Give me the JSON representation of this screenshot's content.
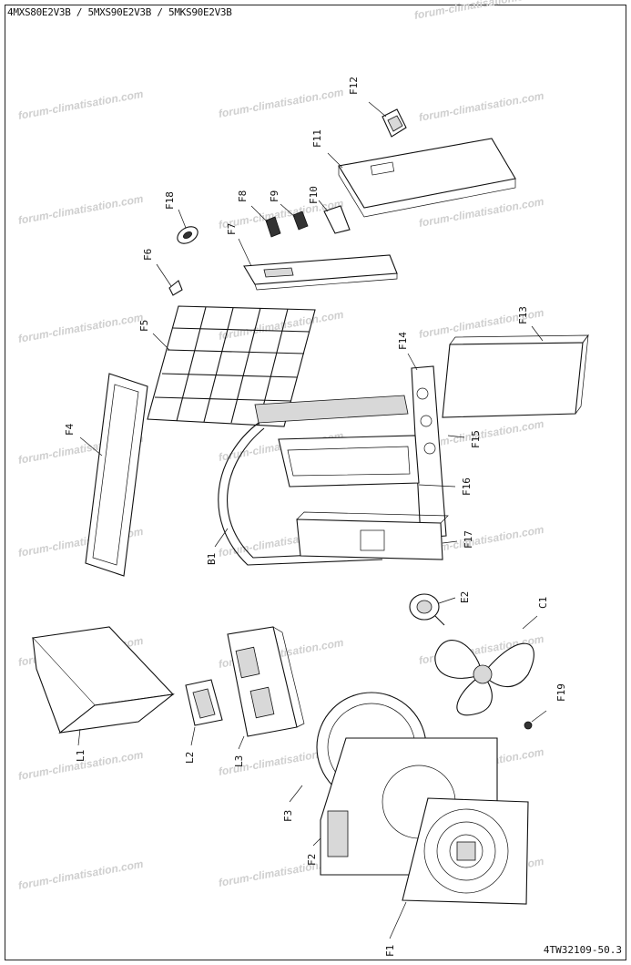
{
  "header": {
    "title": "4MXS80E2V3B / 5MXS90E2V3B / 5MKS90E2V3B"
  },
  "footer": {
    "code": "4TW32109-50.3"
  },
  "watermark": {
    "text": "forum-climatisation.com",
    "color": "#cfcfcf"
  },
  "labels": {
    "F1": "F1",
    "F2": "F2",
    "F3": "F3",
    "F4": "F4",
    "F5": "F5",
    "F6": "F6",
    "F7": "F7",
    "F8": "F8",
    "F9": "F9",
    "F10": "F10",
    "F11": "F11",
    "F12": "F12",
    "F13": "F13",
    "F14": "F14",
    "F15": "F15",
    "F16": "F16",
    "F17": "F17",
    "F18": "F18",
    "F19": "F19",
    "B1": "B1",
    "C1": "C1",
    "E2": "E2",
    "L1": "L1",
    "L2": "L2",
    "L3": "L3"
  }
}
